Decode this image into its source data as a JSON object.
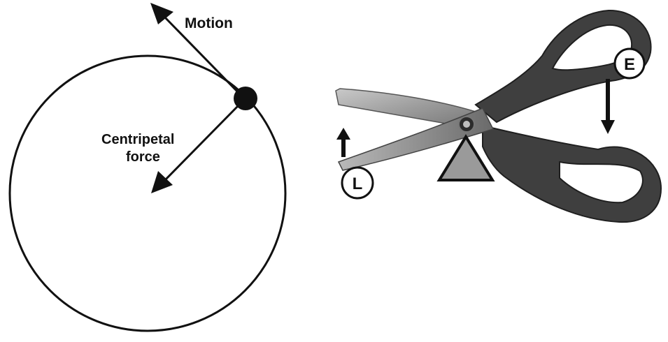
{
  "left_diagram": {
    "motion_label": "Motion",
    "centripetal_label_line1": "Centripetal",
    "centripetal_label_line2": "force"
  },
  "right_diagram": {
    "load_label": "L",
    "effort_label": "E"
  },
  "colors": {
    "stroke": "#111111",
    "fulcrum_fill": "#9a9a9a",
    "handle_fill": "#3f3f3f",
    "blade_fill": "#9b9b9b"
  }
}
